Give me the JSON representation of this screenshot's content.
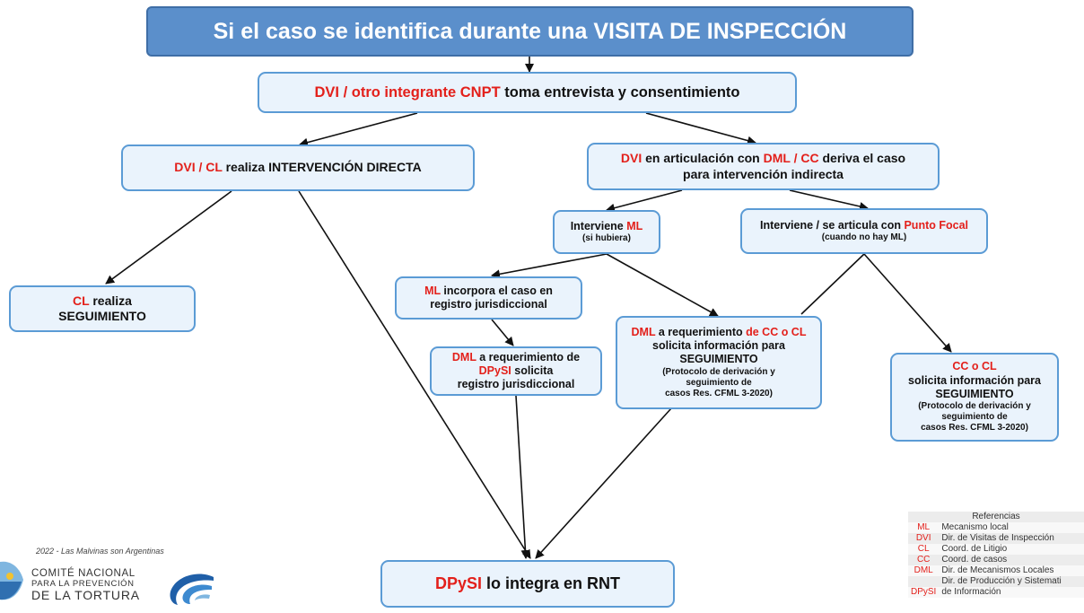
{
  "title": "Si el caso se identifica durante una VISITA DE INSPECCIÓN",
  "nodes": {
    "entrevista": {
      "red": "DVI / otro integrante CNPT",
      "text": " toma entrevista y consentimiento"
    },
    "directa": {
      "red1": "DVI",
      "sep": " / ",
      "red2": "CL",
      "text": " realiza INTERVENCIÓN DIRECTA"
    },
    "indirecta": {
      "red1": "DVI",
      "t1": " en articulación con ",
      "red2": "DML",
      "sep": " / ",
      "red3": "CC",
      "t2": " deriva el caso",
      "line2": "para intervención indirecta"
    },
    "interviene_ml": {
      "t1": "Interviene ",
      "red": "ML",
      "sub": "(si hubiera)"
    },
    "punto_focal": {
      "t1": "Interviene / se articula con ",
      "red": "Punto Focal",
      "sub": "(cuando no hay ML)"
    },
    "cl_seguimiento": {
      "red": "CL",
      "t1": " realiza",
      "line2": "SEGUIMIENTO"
    },
    "ml_incorpora": {
      "red": "ML",
      "t1": " incorpora el caso en",
      "line2": "registro jurisdiccional"
    },
    "dml_dpysi": {
      "red1": "DML",
      "t1": " a requerimiento de",
      "red2": "DPySI",
      "t2": " solicita",
      "line3": "registro jurisdiccional"
    },
    "dml_cc_cl": {
      "red1": "DML",
      "t1": " a requerimiento ",
      "red2": "de CC o CL",
      "line2": "solicita información para",
      "line3": "SEGUIMIENTO",
      "p1": "(Protocolo de derivación y",
      "p2": "seguimiento de",
      "p3": "casos Res. CFML 3-2020)"
    },
    "cc_cl": {
      "red": "CC o CL",
      "line2": "solicita información para",
      "line3": "SEGUIMIENTO",
      "p1": "(Protocolo de derivación y",
      "p2": "seguimiento de",
      "p3": "casos Res. CFML 3-2020)"
    },
    "rnt": {
      "red": "DPySI",
      "text": " lo integra en RNT"
    }
  },
  "footer": {
    "motto": "2022 - Las Malvinas son Argentinas",
    "logo_line1": "COMITÉ NACIONAL",
    "logo_line2": "PARA LA PREVENCIÓN",
    "logo_line3": "DE LA TORTURA"
  },
  "references": {
    "title": "Referencias",
    "rows": [
      {
        "abbr": "ML",
        "desc": "Mecanismo local"
      },
      {
        "abbr": "DVI",
        "desc": "Dir. de Visitas de Inspección"
      },
      {
        "abbr": "CL",
        "desc": "Coord. de Litigio"
      },
      {
        "abbr": "CC",
        "desc": "Coord. de casos"
      },
      {
        "abbr": "DML",
        "desc": "Dir. de Mecanismos Locales"
      },
      {
        "abbr": "",
        "desc": "Dir. de Producción y Sistemati"
      },
      {
        "abbr": "DPySI",
        "desc": "de Información"
      }
    ]
  },
  "colors": {
    "accent_red": "#e3201b",
    "box_border": "#5b9bd5",
    "box_fill": "#eaf3fc",
    "title_fill": "#5b8fcb"
  }
}
